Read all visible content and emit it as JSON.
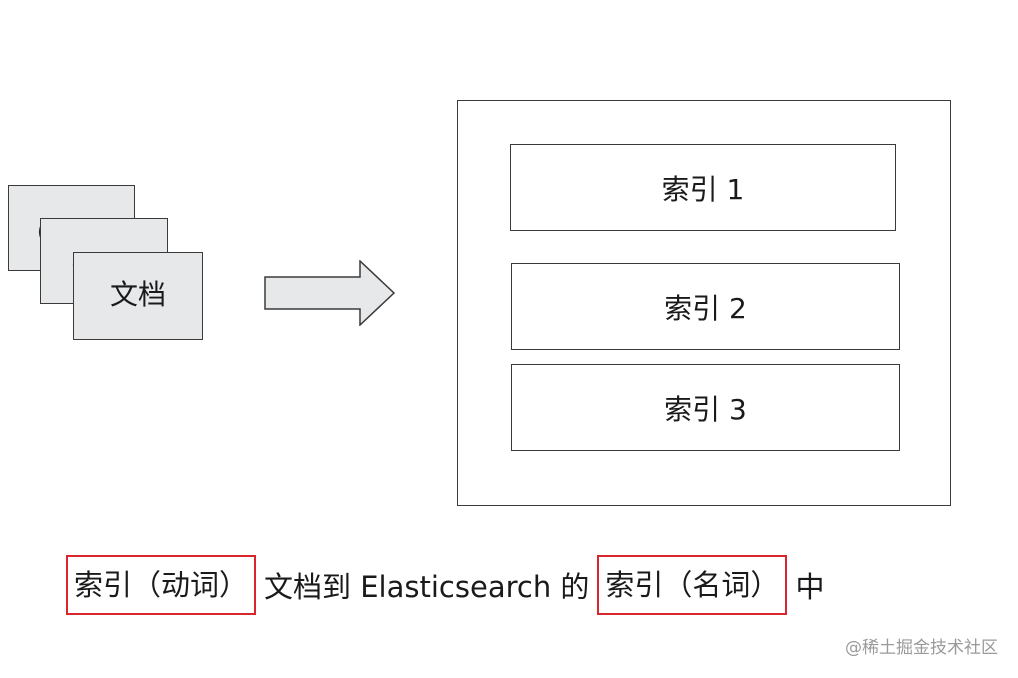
{
  "documents": {
    "front_label": "文档",
    "peek_glyph_back": "(",
    "peek_glyph_middle": "("
  },
  "arrow": {
    "icon": "right-arrow-icon"
  },
  "indices": [
    {
      "label": "索引 1"
    },
    {
      "label": "索引 2"
    },
    {
      "label": "索引 3"
    }
  ],
  "caption": {
    "part1": "索引（动词）",
    "part2": "文档到 Elasticsearch 的",
    "part3": "索引（名词）",
    "part4": "中",
    "highlight_color": "#d9262c"
  },
  "watermark": "@稀土掘金技术社区"
}
